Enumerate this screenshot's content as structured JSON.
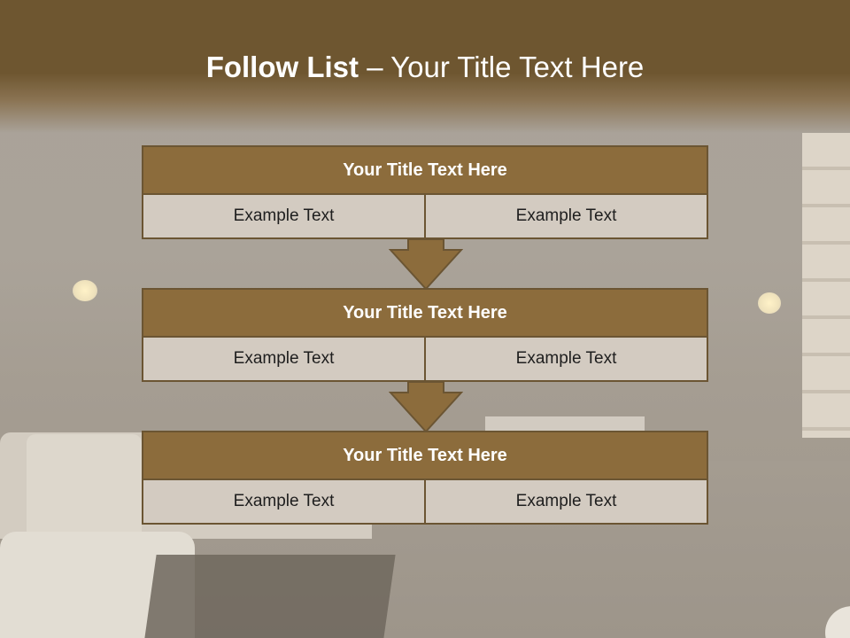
{
  "slide": {
    "title_bold": "Follow List",
    "title_rest": " – Your Title Text Here",
    "steps": [
      {
        "title": "Your Title Text Here",
        "left": "Example Text",
        "right": "Example Text"
      },
      {
        "title": "Your Title Text Here",
        "left": "Example Text",
        "right": "Example Text"
      },
      {
        "title": "Your Title Text Here",
        "left": "Example Text",
        "right": "Example Text"
      }
    ]
  },
  "colors": {
    "title_band": "#6e5630",
    "block_header": "#8c6c3c",
    "block_border": "#6b5533",
    "block_cell": "#d3cbc1",
    "arrow": "#8c6c3c"
  },
  "icons": [
    "down-arrow-icon"
  ]
}
